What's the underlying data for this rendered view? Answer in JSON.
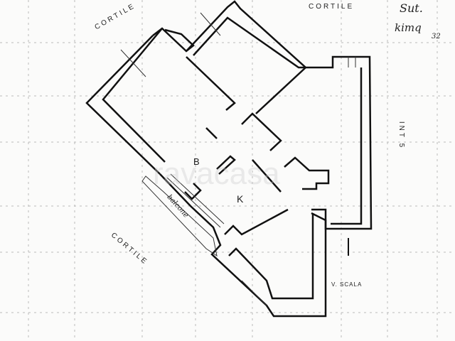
{
  "title": "Floor plan",
  "labels": {
    "courtyard_top": "CORTILE",
    "courtyard_top_left": "CORTILE",
    "courtyard_bottom_left": "CORTILE",
    "unit": "INT 5",
    "room_b": "B",
    "room_k": "K",
    "balcony": "balcone",
    "stairs": "V. SCALA"
  },
  "handwriting": {
    "line1": "Sut.",
    "line2": "kimq",
    "number": "32"
  },
  "watermark": "ravacasa"
}
